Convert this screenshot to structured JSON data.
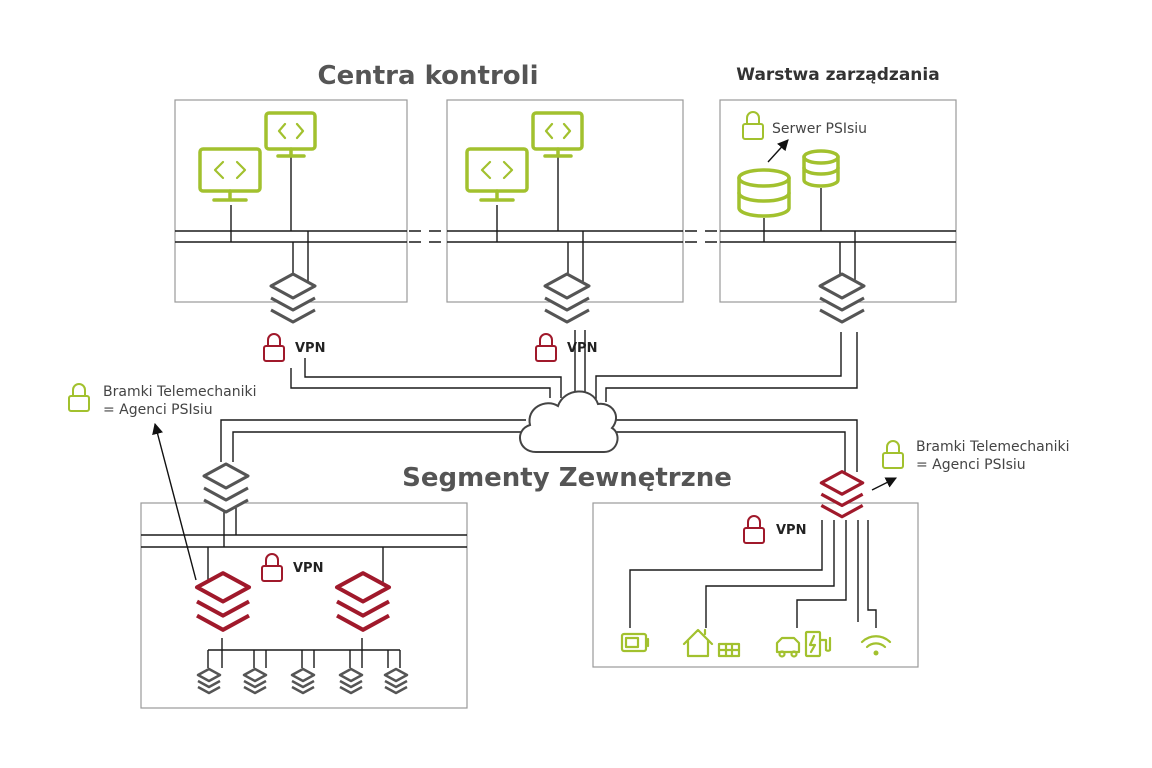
{
  "titles": {
    "control_centers": "Centra kontroli",
    "management_layer": "Warstwa zarządzania",
    "external_segments": "Segmenty Zewnętrzne"
  },
  "labels": {
    "server": "Serwer PSIsiu",
    "vpn": "VPN",
    "gateways_line1": "Bramki Telemechaniki",
    "gateways_line2": "= Agenci PSIsiu"
  },
  "icons": {
    "workstation": "monitor-code-icon",
    "database": "database-icon",
    "router": "layer-stack-icon",
    "lock": "lock-icon",
    "cloud": "cloud-icon",
    "battery": "battery-icon",
    "house_solar": "house-solar-icon",
    "ev_charging": "car-charger-icon",
    "wireless": "wifi-icon"
  },
  "colors": {
    "accent_green": "#a2c12e",
    "vpn_red": "#a0192b",
    "router_grey": "#555555",
    "box_border": "#9a9a9a"
  }
}
